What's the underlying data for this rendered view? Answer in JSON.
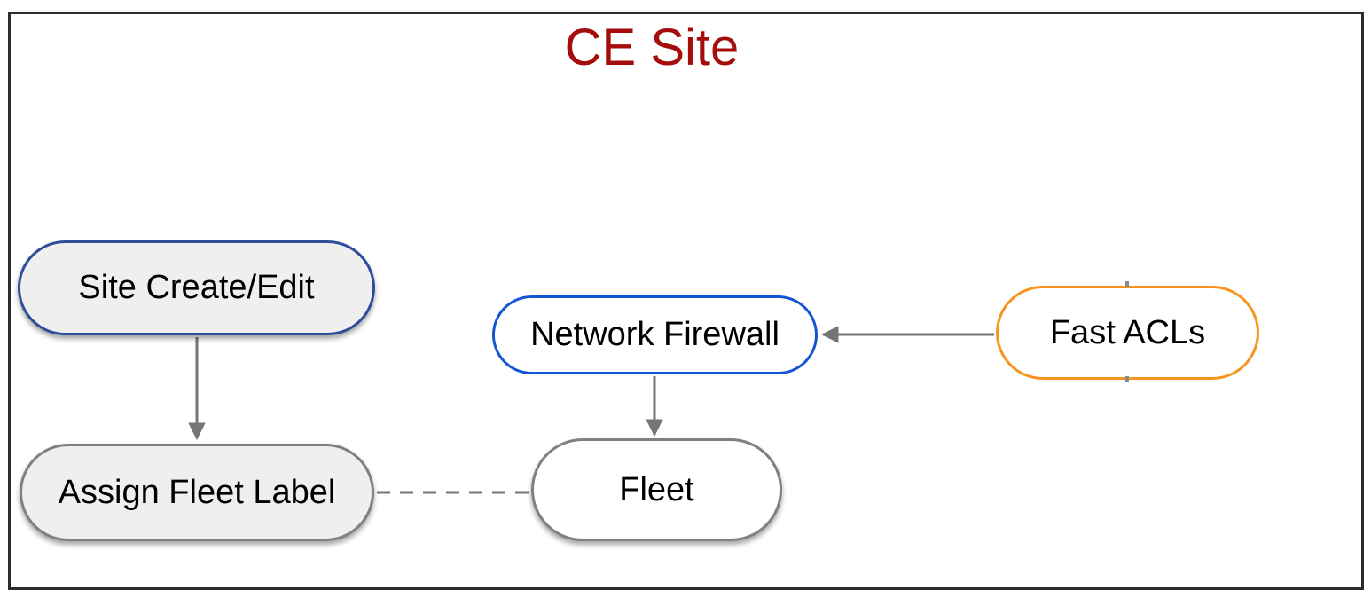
{
  "diagram": {
    "title": {
      "text": "CE Site",
      "color": "#a50d0d"
    },
    "nodes": [
      {
        "id": "site-create-edit",
        "label": "Site Create/Edit",
        "fill": "#efefef",
        "border_color": "#2c4e9b",
        "shadow": true
      },
      {
        "id": "assign-fleet-label",
        "label": "Assign Fleet Label",
        "fill": "#efefef",
        "border_color": "#808080",
        "shadow": true
      },
      {
        "id": "network-firewall",
        "label": "Network Firewall",
        "fill": "#ffffff",
        "border_color": "#1554d4",
        "shadow": false
      },
      {
        "id": "fleet",
        "label": "Fleet",
        "fill": "#ffffff",
        "border_color": "#808080",
        "shadow": true
      },
      {
        "id": "fast-acls",
        "label": "Fast ACLs",
        "fill": "#ffffff",
        "border_color": "#f7941e",
        "shadow": false
      }
    ],
    "connectors": [
      {
        "from": "site-create-edit",
        "to": "assign-fleet-label",
        "style": "solid",
        "arrowhead": "to"
      },
      {
        "from": "network-firewall",
        "to": "fleet",
        "style": "solid",
        "arrowhead": "to"
      },
      {
        "from": "fast-acls",
        "to": "network-firewall",
        "style": "solid",
        "arrowhead": "to"
      },
      {
        "from": "assign-fleet-label",
        "to": "fleet",
        "style": "dashed",
        "arrowhead": "none"
      }
    ],
    "colors": {
      "connector": "#757575",
      "frame_border": "#2d2d2d",
      "background": "#ffffff"
    }
  }
}
